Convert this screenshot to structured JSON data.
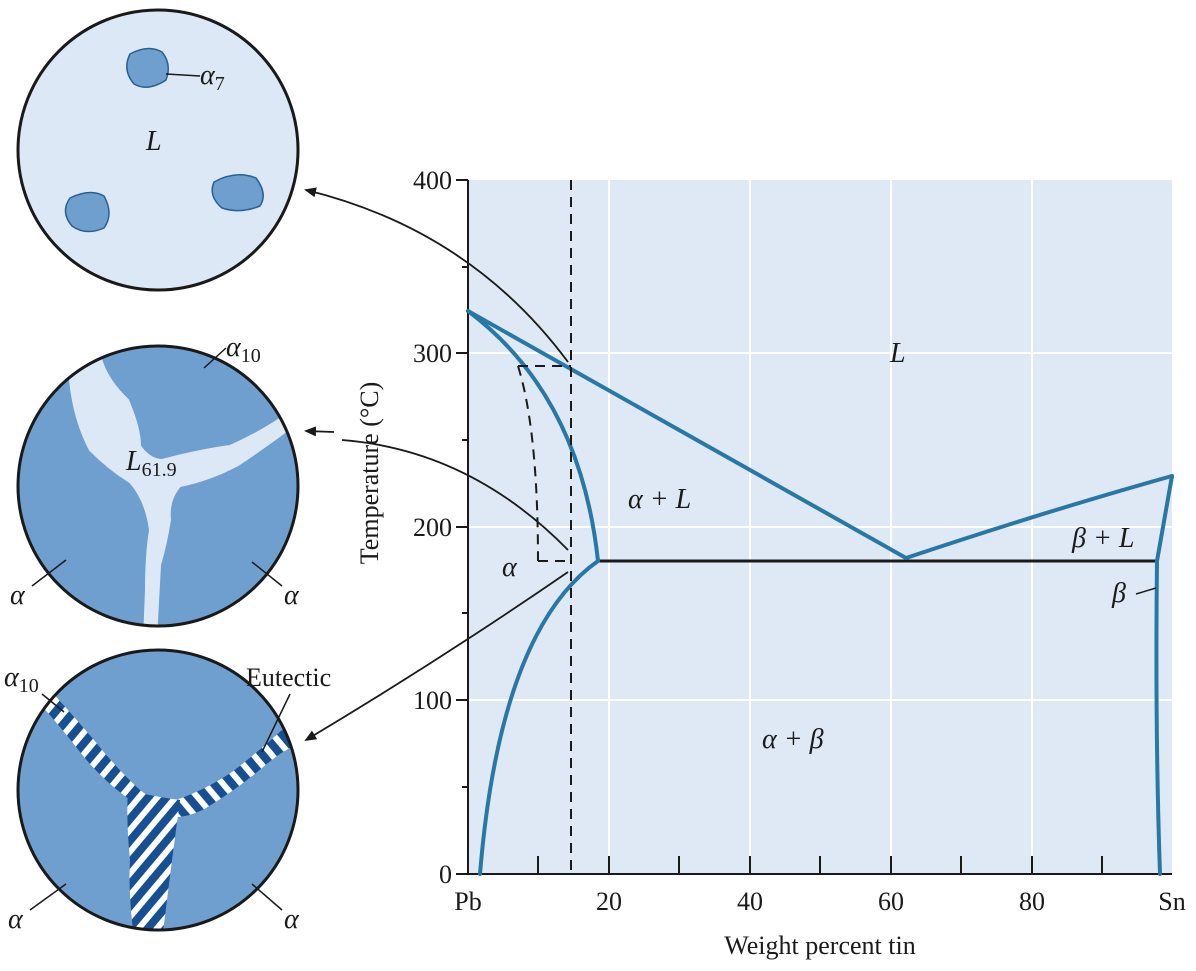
{
  "colors": {
    "plot_bg": "#dfe9f5",
    "grid": "#ffffff",
    "phase_line": "#2878a6",
    "eutectic_line": "#1a1a1a",
    "liquid": "#dce8f6",
    "solid": "#6f9fcf",
    "grain_outline": "#2a5f92",
    "lamella_dark": "#174f93",
    "lamella_light": "#ffffff"
  },
  "diagram": {
    "y_axis_label": "Temperature (°C)",
    "x_axis_label": "Weight percent tin",
    "y_ticks": [
      "0",
      "100",
      "200",
      "300",
      "400"
    ],
    "x_tick_labels": [
      "Pb",
      "20",
      "40",
      "60",
      "80",
      "Sn"
    ],
    "regions": {
      "liquid": "L",
      "alpha_plus_liquid": "α + L",
      "alpha": "α",
      "beta_plus_liquid": "β + L",
      "beta": "β",
      "alpha_plus_beta": "α + β"
    }
  },
  "microstructures": {
    "top": {
      "matrix_label": "L",
      "particle_label_main": "α",
      "particle_label_sub": "7"
    },
    "middle": {
      "grain_label_main": "α",
      "grain_label_sub": "10",
      "liquid_label_main": "L",
      "liquid_label_sub": "61.9",
      "left_label": "α",
      "right_label": "α"
    },
    "bottom": {
      "grain_label_main": "α",
      "grain_label_sub": "10",
      "eutectic_label": "Eutectic",
      "left_label": "α",
      "right_label": "α"
    }
  }
}
